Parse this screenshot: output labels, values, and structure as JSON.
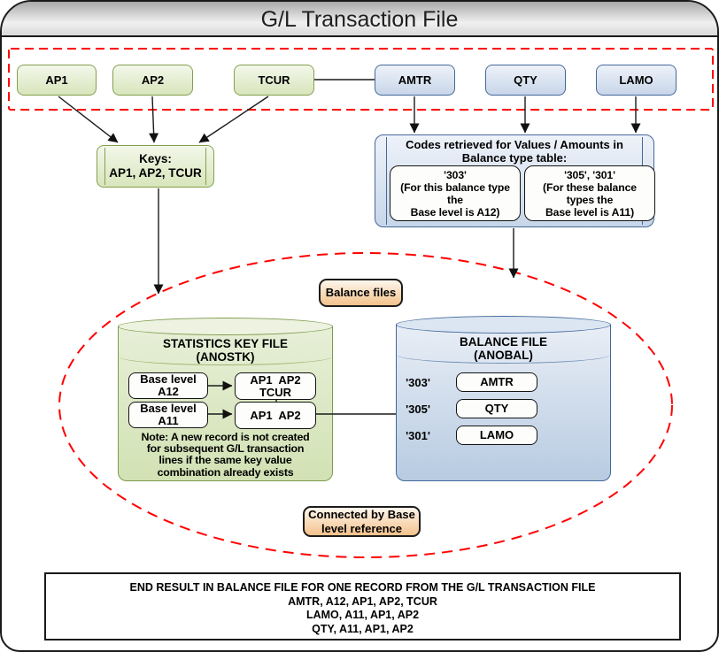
{
  "header": {
    "title": "G/L Transaction File"
  },
  "colors": {
    "accent_red": "#ff0000",
    "green_border": "#84a04e",
    "blue_border": "#44689a",
    "orange_badge_fill": "#f4c28b",
    "header_gray": "#a9a9a9"
  },
  "source_fields": {
    "green": [
      "AP1",
      "AP2",
      "TCUR"
    ],
    "blue": [
      "AMTR",
      "QTY",
      "LAMO"
    ]
  },
  "keys_box": {
    "line1": "Keys:",
    "line2": "AP1, AP2, TCUR"
  },
  "codes_box": {
    "title1": "Codes retrieved for Values / Amounts in",
    "title2": "Balance type table:",
    "left_lines": [
      "'303'",
      "(For this balance type",
      "the",
      "Base level is A12)"
    ],
    "right_lines": [
      "'305', '301'",
      "(For these balance",
      "types the",
      "Base level is A11)"
    ]
  },
  "badges": {
    "balance_files": "Balance files",
    "connected1": "Connected by Base",
    "connected2": "level reference"
  },
  "stat_file": {
    "title1": "STATISTICS KEY FILE",
    "title2": "(ANOSTK)",
    "base_a12_l1": "Base level",
    "base_a12_l2": "A12",
    "base_a11_l1": "Base level",
    "base_a11_l2": "A11",
    "keys_a12_l1": "AP1  AP2",
    "keys_a12_l2": "TCUR",
    "keys_a11": "AP1  AP2",
    "note": [
      "Note: A new record is not created",
      "for subsequent G/L transaction",
      "lines if the same key value",
      "combination already exists"
    ]
  },
  "bal_file": {
    "title1": "BALANCE FILE",
    "title2": "(ANOBAL)",
    "rows": [
      {
        "code": "'303'",
        "field": "AMTR"
      },
      {
        "code": "'305'",
        "field": "QTY"
      },
      {
        "code": "'301'",
        "field": "LAMO"
      }
    ]
  },
  "end_result": {
    "lines": [
      "END RESULT IN BALANCE FILE FOR ONE RECORD FROM THE G/L TRANSACTION FILE",
      "AMTR, A12, AP1, AP2, TCUR",
      "LAMO, A11, AP1, AP2",
      "QTY, A11, AP1, AP2"
    ]
  }
}
